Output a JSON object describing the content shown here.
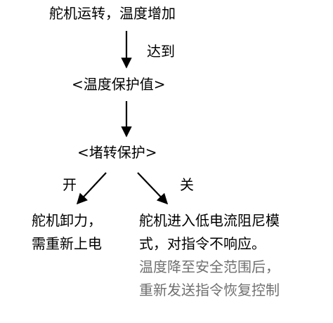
{
  "nodes": {
    "start": "舵机运转，温度增加",
    "temp_threshold": "<温度保护值>",
    "stall_protection": "<堵转保护>"
  },
  "edges": {
    "reach": "达到",
    "on": "开",
    "off": "关"
  },
  "outcomes": {
    "on": [
      "舵机卸力，",
      "需重新上电"
    ],
    "off": [
      "舵机进入低电流阻尼模",
      "式，对指令不响应。"
    ],
    "off_note": [
      "温度降至安全范围后，",
      "重新发送指令恢复控制"
    ]
  },
  "colors": {
    "text": "#000000",
    "note_text": "#707070",
    "arrow": "#000000"
  }
}
